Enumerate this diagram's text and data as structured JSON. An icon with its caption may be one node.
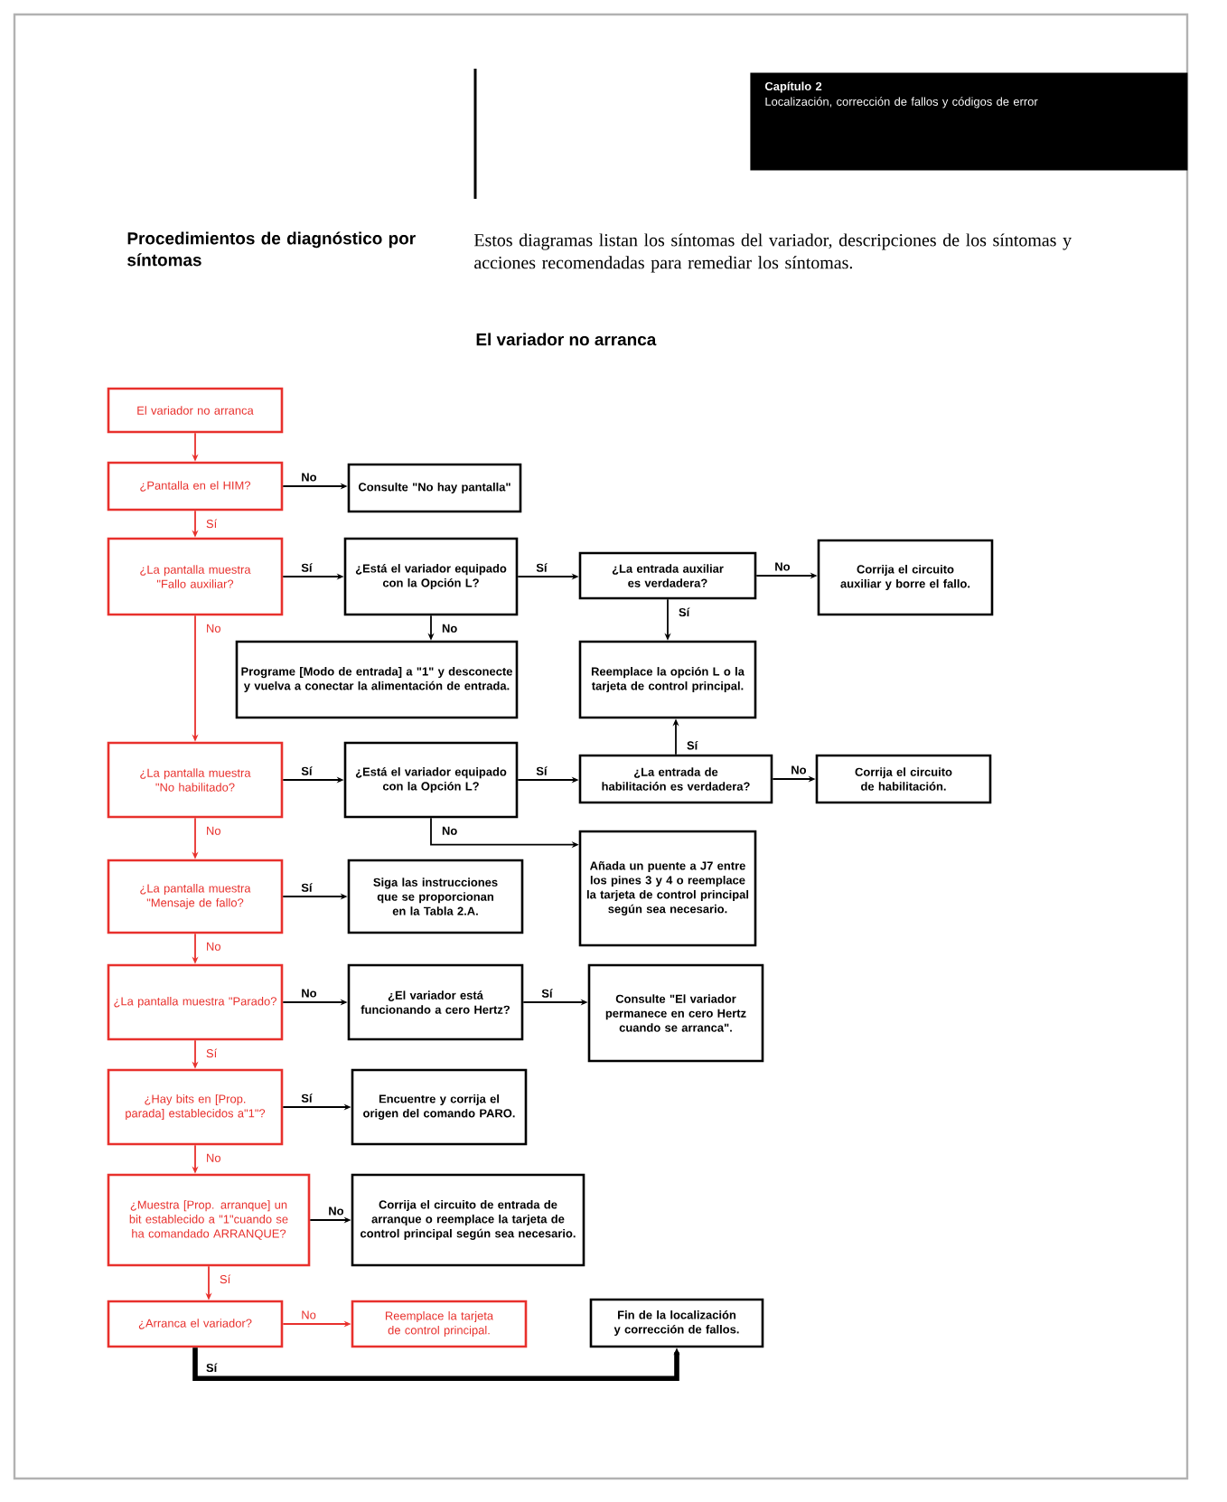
{
  "diagram": {
    "title": "El variador no arranca",
    "nodes": [
      {
        "text": [
          "Capítulo 2",
          "Localización, corrección de fallos y códigos de error"
        ]
      },
      {
        "text": [
          "El variador no arranca"
        ]
      },
      {
        "text": [
          "¿Pantalla en el HIM?"
        ]
      },
      {
        "text": [
          "Consulte \"No hay pantalla\""
        ]
      },
      {
        "text": [
          "¿La pantalla muestra \"Fallo auxiliar?"
        ]
      },
      {
        "text": [
          "¿Está el variador equipado con la Opción L?"
        ]
      },
      {
        "text": [
          "¿La entrada auxiliar es verdadera?"
        ]
      },
      {
        "text": [
          "Corrija el circuito auxiliar y borre el fallo."
        ]
      },
      {
        "text": [
          "Programe [Modo de entrada] a \"1\" y desconecte y vuelva a conectar la alimentación de entrada."
        ]
      },
      {
        "text": [
          "Reemplace la opción L o la tarjeta de control principal."
        ]
      },
      {
        "text": [
          "¿La pantalla muestra \"No habilitado?"
        ]
      },
      {
        "text": [
          "¿Está el variador equipado con la Opción L?"
        ]
      },
      {
        "text": [
          "¿La entrada de habilitación es verdadera?"
        ]
      },
      {
        "text": [
          "Corrija el circuito de habilitación."
        ]
      },
      {
        "text": [
          "Añada un puente a J7 entre los pines 3 y 4 o reemplace la tarjeta de control principal según sea necesario."
        ]
      },
      {
        "text": [
          "¿La pantalla muestra \"Mensaje de fallo?"
        ]
      },
      {
        "text": [
          "Siga las instrucciones que se proporcionan en la Tabla 2.A."
        ]
      },
      {
        "text": [
          "¿La pantalla muestra \"Parado?"
        ]
      },
      {
        "text": [
          "¿El variador está funcionando a cero Hertz?"
        ]
      },
      {
        "text": [
          "Consulte \"El variador permanece en cero Hertz cuando se arranca\"."
        ]
      },
      {
        "text": [
          "¿Hay bits en [Prop. parada] establecidos a\"1\"?"
        ]
      },
      {
        "text": [
          "Encuentre y corrija el origen del comando PARO."
        ]
      },
      {
        "text": [
          "¿Muestra [Prop. arranque] un bit establecido a \"1\"cuando se ha comandado ARRANQUE?"
        ]
      },
      {
        "text": [
          "Corrija el circuito de entrada de arranque o reemplace la tarjeta de control principal según sea necesario."
        ]
      },
      {
        "text": [
          "¿Arranca el variador?"
        ]
      },
      {
        "text": [
          "Reemplace la tarjeta de control principal."
        ]
      },
      {
        "text": [
          "Fin de la localización y corrección de fallos."
        ]
      }
    ],
    "edges": [
      {
        "from": 1,
        "to": 2,
        "arrow": "to",
        "color": "#e8302c"
      },
      {
        "from": 2,
        "to": 3,
        "arrow": "to",
        "label": "No"
      },
      {
        "from": 2,
        "to": 4,
        "arrow": "to",
        "label": "Sí",
        "color": "#e8302c"
      },
      {
        "from": 4,
        "to": 5,
        "arrow": "to",
        "label": "Sí"
      },
      {
        "from": 4,
        "to": 10,
        "arrow": "to",
        "label": "No",
        "color": "#e8302c"
      },
      {
        "from": 5,
        "to": 6,
        "arrow": "to",
        "label": "Sí"
      },
      {
        "from": 5,
        "to": 8,
        "arrow": "to",
        "label": "No"
      },
      {
        "from": 6,
        "to": 7,
        "arrow": "to",
        "label": "No"
      },
      {
        "from": 6,
        "to": 9,
        "arrow": "to",
        "label": "Sí"
      },
      {
        "from": 10,
        "to": 11,
        "arrow": "to",
        "label": "Sí"
      },
      {
        "from": 10,
        "to": 15,
        "arrow": "to",
        "label": "No",
        "color": "#e8302c"
      },
      {
        "from": 11,
        "to": 12,
        "arrow": "to",
        "label": "Sí"
      },
      {
        "from": 11,
        "to": 14,
        "arrow": "to",
        "label": "No"
      },
      {
        "from": 12,
        "to": 9,
        "arrow": "to",
        "label": "Sí"
      },
      {
        "from": 12,
        "to": 13,
        "arrow": "to",
        "label": "No"
      },
      {
        "from": 15,
        "to": 16,
        "arrow": "to",
        "label": "Sí"
      },
      {
        "from": 15,
        "to": 17,
        "arrow": "to",
        "label": "No",
        "color": "#e8302c"
      },
      {
        "from": 17,
        "to": 18,
        "arrow": "to",
        "label": "No"
      },
      {
        "from": 17,
        "to": 20,
        "arrow": "to",
        "label": "Sí",
        "color": "#e8302c"
      },
      {
        "from": 18,
        "to": 19,
        "arrow": "to",
        "label": "Sí"
      },
      {
        "from": 20,
        "to": 21,
        "arrow": "to",
        "label": "Sí"
      },
      {
        "from": 20,
        "to": 22,
        "arrow": "to",
        "label": "No",
        "color": "#e8302c"
      },
      {
        "from": 22,
        "to": 23,
        "arrow": "to",
        "label": "No"
      },
      {
        "from": 22,
        "to": 24,
        "arrow": "to",
        "label": "Sí",
        "color": "#e8302c"
      },
      {
        "from": 24,
        "to": 25,
        "arrow": "to",
        "label": "No",
        "color": "#e8302c"
      },
      {
        "from": 24,
        "to": 26,
        "arrow": "to",
        "label": "Sí",
        "style": "thick"
      }
    ],
    "labels": [
      "Procedimientos de diagnóstico por síntomas",
      "Estos diagramas listan los síntomas del variador, descripciones de los síntomas y acciones recomendadas para remediar los síntomas."
    ]
  }
}
